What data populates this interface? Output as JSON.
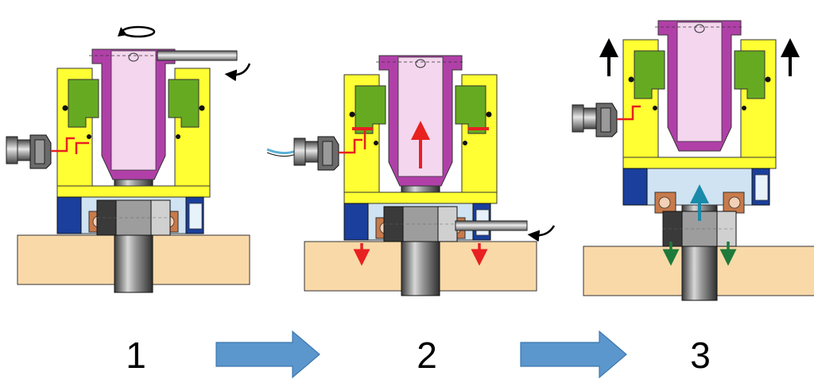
{
  "diagram": {
    "steps": [
      {
        "label": "1"
      },
      {
        "label": "2"
      },
      {
        "label": "3"
      }
    ],
    "colors": {
      "yellow_body": "#ffff33",
      "green_piston": "#66aa22",
      "magenta_sleeve": "#b040a8",
      "pink_insert": "#f4d6ee",
      "blue_puller": "#1a3f9c",
      "light_blue_bridge": "#cfe3f2",
      "tan_flange": "#f9d9a8",
      "copper_nut": "#c87a4a",
      "red_flow": "#e82020",
      "teal_arrow": "#1a8aaa",
      "green_arrow": "#1e7a3a",
      "process_arrow": "#5b96cc"
    },
    "icons": [
      "rotation-arrow-icon",
      "tommy-bar-icon",
      "hydraulic-coupler-icon",
      "hose-icon",
      "stud-icon",
      "nut-icon"
    ]
  }
}
